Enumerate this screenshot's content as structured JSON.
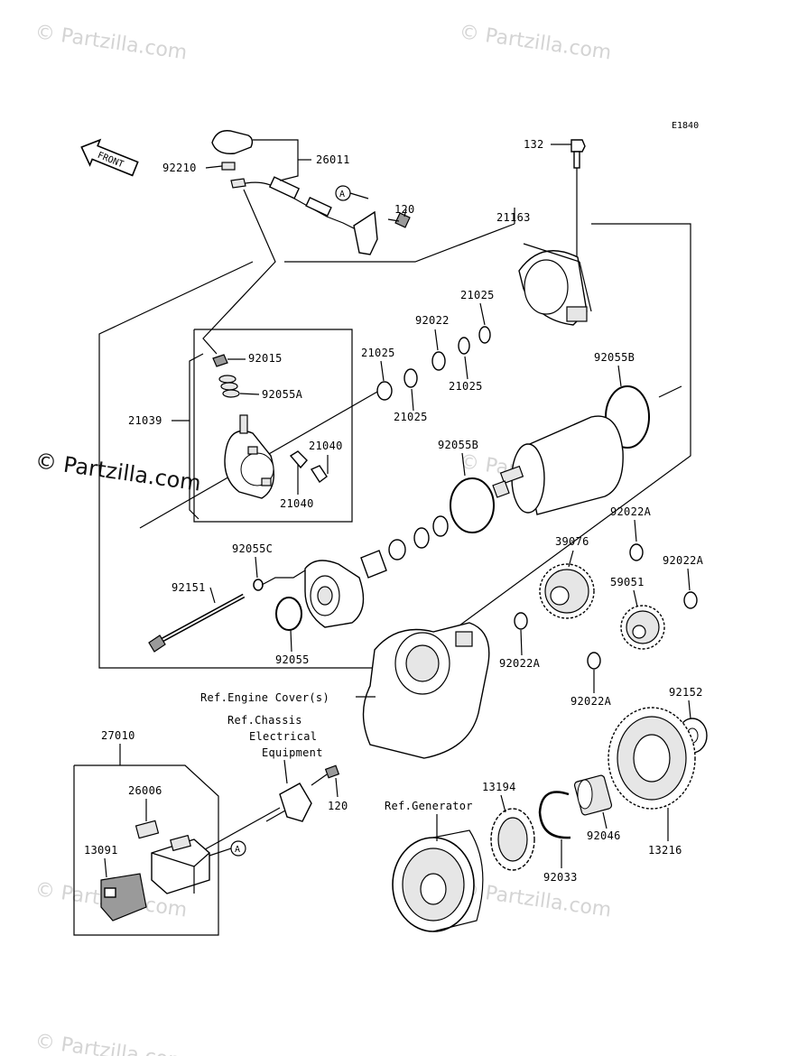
{
  "diagram_code": "E1840",
  "front_label": "FRONT",
  "watermarks": [
    "© Partzilla.com",
    "© Partzilla.com",
    "© Partzilla.com",
    "© Partzilla.com",
    "© Partzilla.com",
    "© Partzilla.com",
    "© Partzilla.com"
  ],
  "callout_letter": "A",
  "labels": {
    "p92210": "92210",
    "p26011": "26011",
    "p120a": "120",
    "p132": "132",
    "p21163": "21163",
    "p21025a": "21025",
    "p92022": "92022",
    "p21025b": "21025",
    "p21025c": "21025",
    "p21025d": "21025",
    "p92055B_a": "92055B",
    "p92015": "92015",
    "p92055A": "92055A",
    "p21039": "21039",
    "p21040a": "21040",
    "p21040b": "21040",
    "p92055B_b": "92055B",
    "p92022A_a": "92022A",
    "p92055C": "92055C",
    "p39076": "39076",
    "p92022A_b": "92022A",
    "p92151": "92151",
    "p59051": "59051",
    "p92055": "92055",
    "p92022A_c": "92022A",
    "p92022A_d": "92022A",
    "p92152": "92152",
    "ref_engine_cover": "Ref.Engine Cover(s)",
    "ref_chassis_1": "Ref.Chassis",
    "ref_chassis_2": "Electrical",
    "ref_chassis_3": "Equipment",
    "p27010": "27010",
    "p26006": "26006",
    "p120b": "120",
    "p13194": "13194",
    "ref_generator": "Ref.Generator",
    "p13091": "13091",
    "p92046": "92046",
    "p13216": "13216",
    "p92033": "92033"
  }
}
